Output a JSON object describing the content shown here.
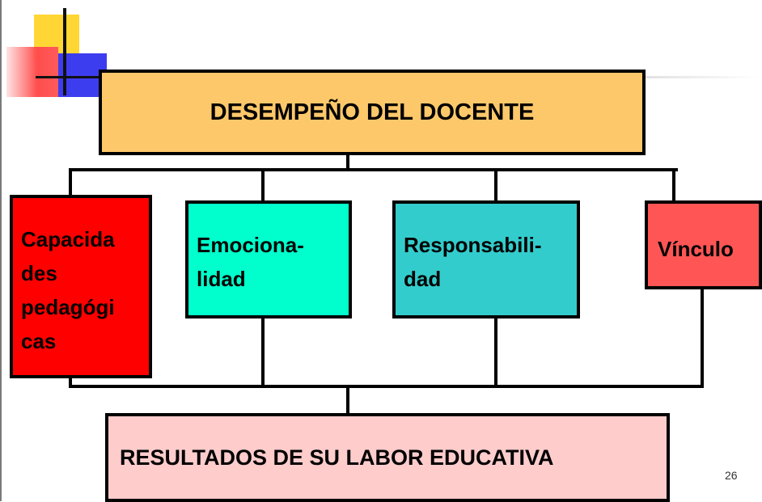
{
  "diagram": {
    "top": "DESEMPEÑO DEL DOCENTE",
    "items": [
      [
        "Capacida",
        "des",
        "pedagógi",
        "cas"
      ],
      [
        "Emociona-",
        "lidad"
      ],
      [
        "Responsabili-",
        "dad"
      ],
      [
        "Vínculo"
      ]
    ],
    "bottom": "RESULTADOS DE SU LABOR EDUCATIVA"
  },
  "page_number": "26",
  "colors": {
    "top": "#fdc86a",
    "item1": "#ff0000",
    "item2": "#00ffcc",
    "item3": "#33cccc",
    "item4": "#ff5555",
    "bottom": "#ffcccc"
  }
}
